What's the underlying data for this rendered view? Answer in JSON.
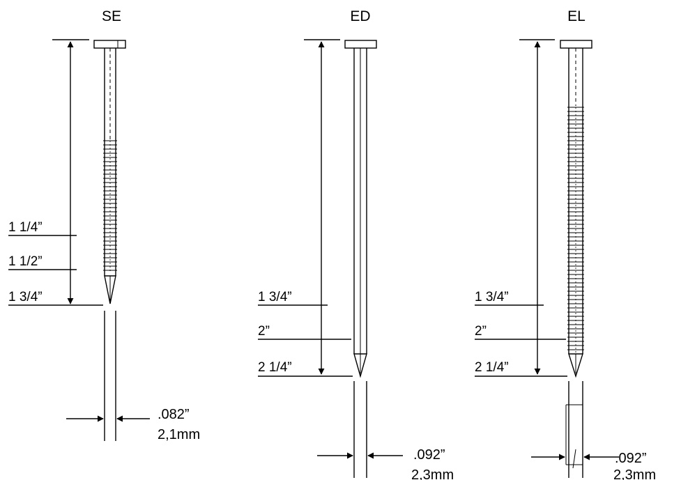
{
  "nails": [
    {
      "title": "SE",
      "lengths": [
        "1 1/4”",
        "1 1/2”",
        "1 3/4”"
      ],
      "diameter_in": ".082”",
      "diameter_mm": "2,1mm",
      "shank": "ring"
    },
    {
      "title": "ED",
      "lengths": [
        "1 3/4”",
        "2”",
        "2 1/4”"
      ],
      "diameter_in": ".092”",
      "diameter_mm": "2,3mm",
      "shank": "smooth"
    },
    {
      "title": "EL",
      "lengths": [
        "1 3/4”",
        "2”",
        "2 1/4”"
      ],
      "diameter_in": ".092”",
      "diameter_mm": "2,3mm",
      "shank": "ring"
    }
  ]
}
